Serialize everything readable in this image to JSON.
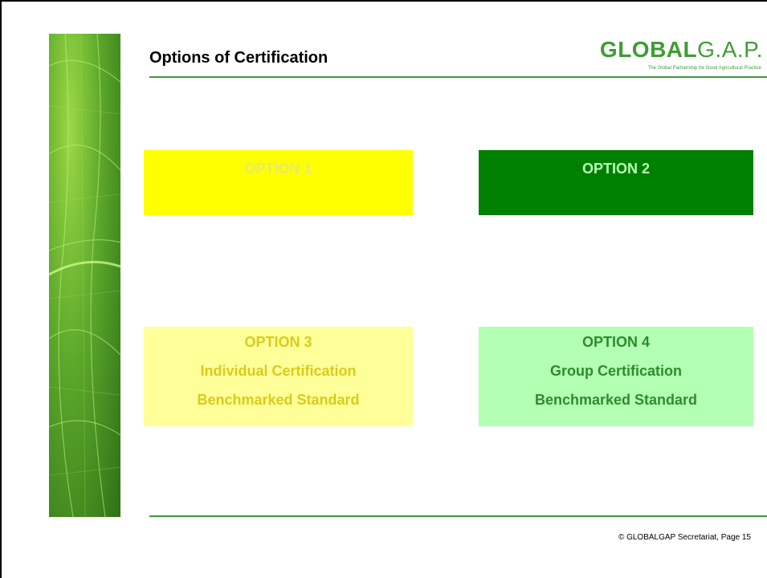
{
  "slide": {
    "title": "Options of Certification",
    "logo": {
      "bold": "GLOBAL",
      "light": "G.A.P.",
      "tagline": "The Global Partnership for Good Agricultural Practice",
      "color": "#3e9d33"
    },
    "options": [
      {
        "title": "OPTION 1",
        "lines": [],
        "background": "#ffff00"
      },
      {
        "title": "OPTION 2",
        "lines": [],
        "background": "#008000"
      },
      {
        "title": "OPTION 3",
        "lines": [
          "Individual Certification",
          "Benchmarked Standard"
        ],
        "background": "#ffff99"
      },
      {
        "title": "OPTION 4",
        "lines": [
          "Group Certification",
          "Benchmarked Standard"
        ],
        "background": "#b3ffb3"
      }
    ],
    "footer": "© GLOBALGAP Secretariat, Page 15"
  }
}
